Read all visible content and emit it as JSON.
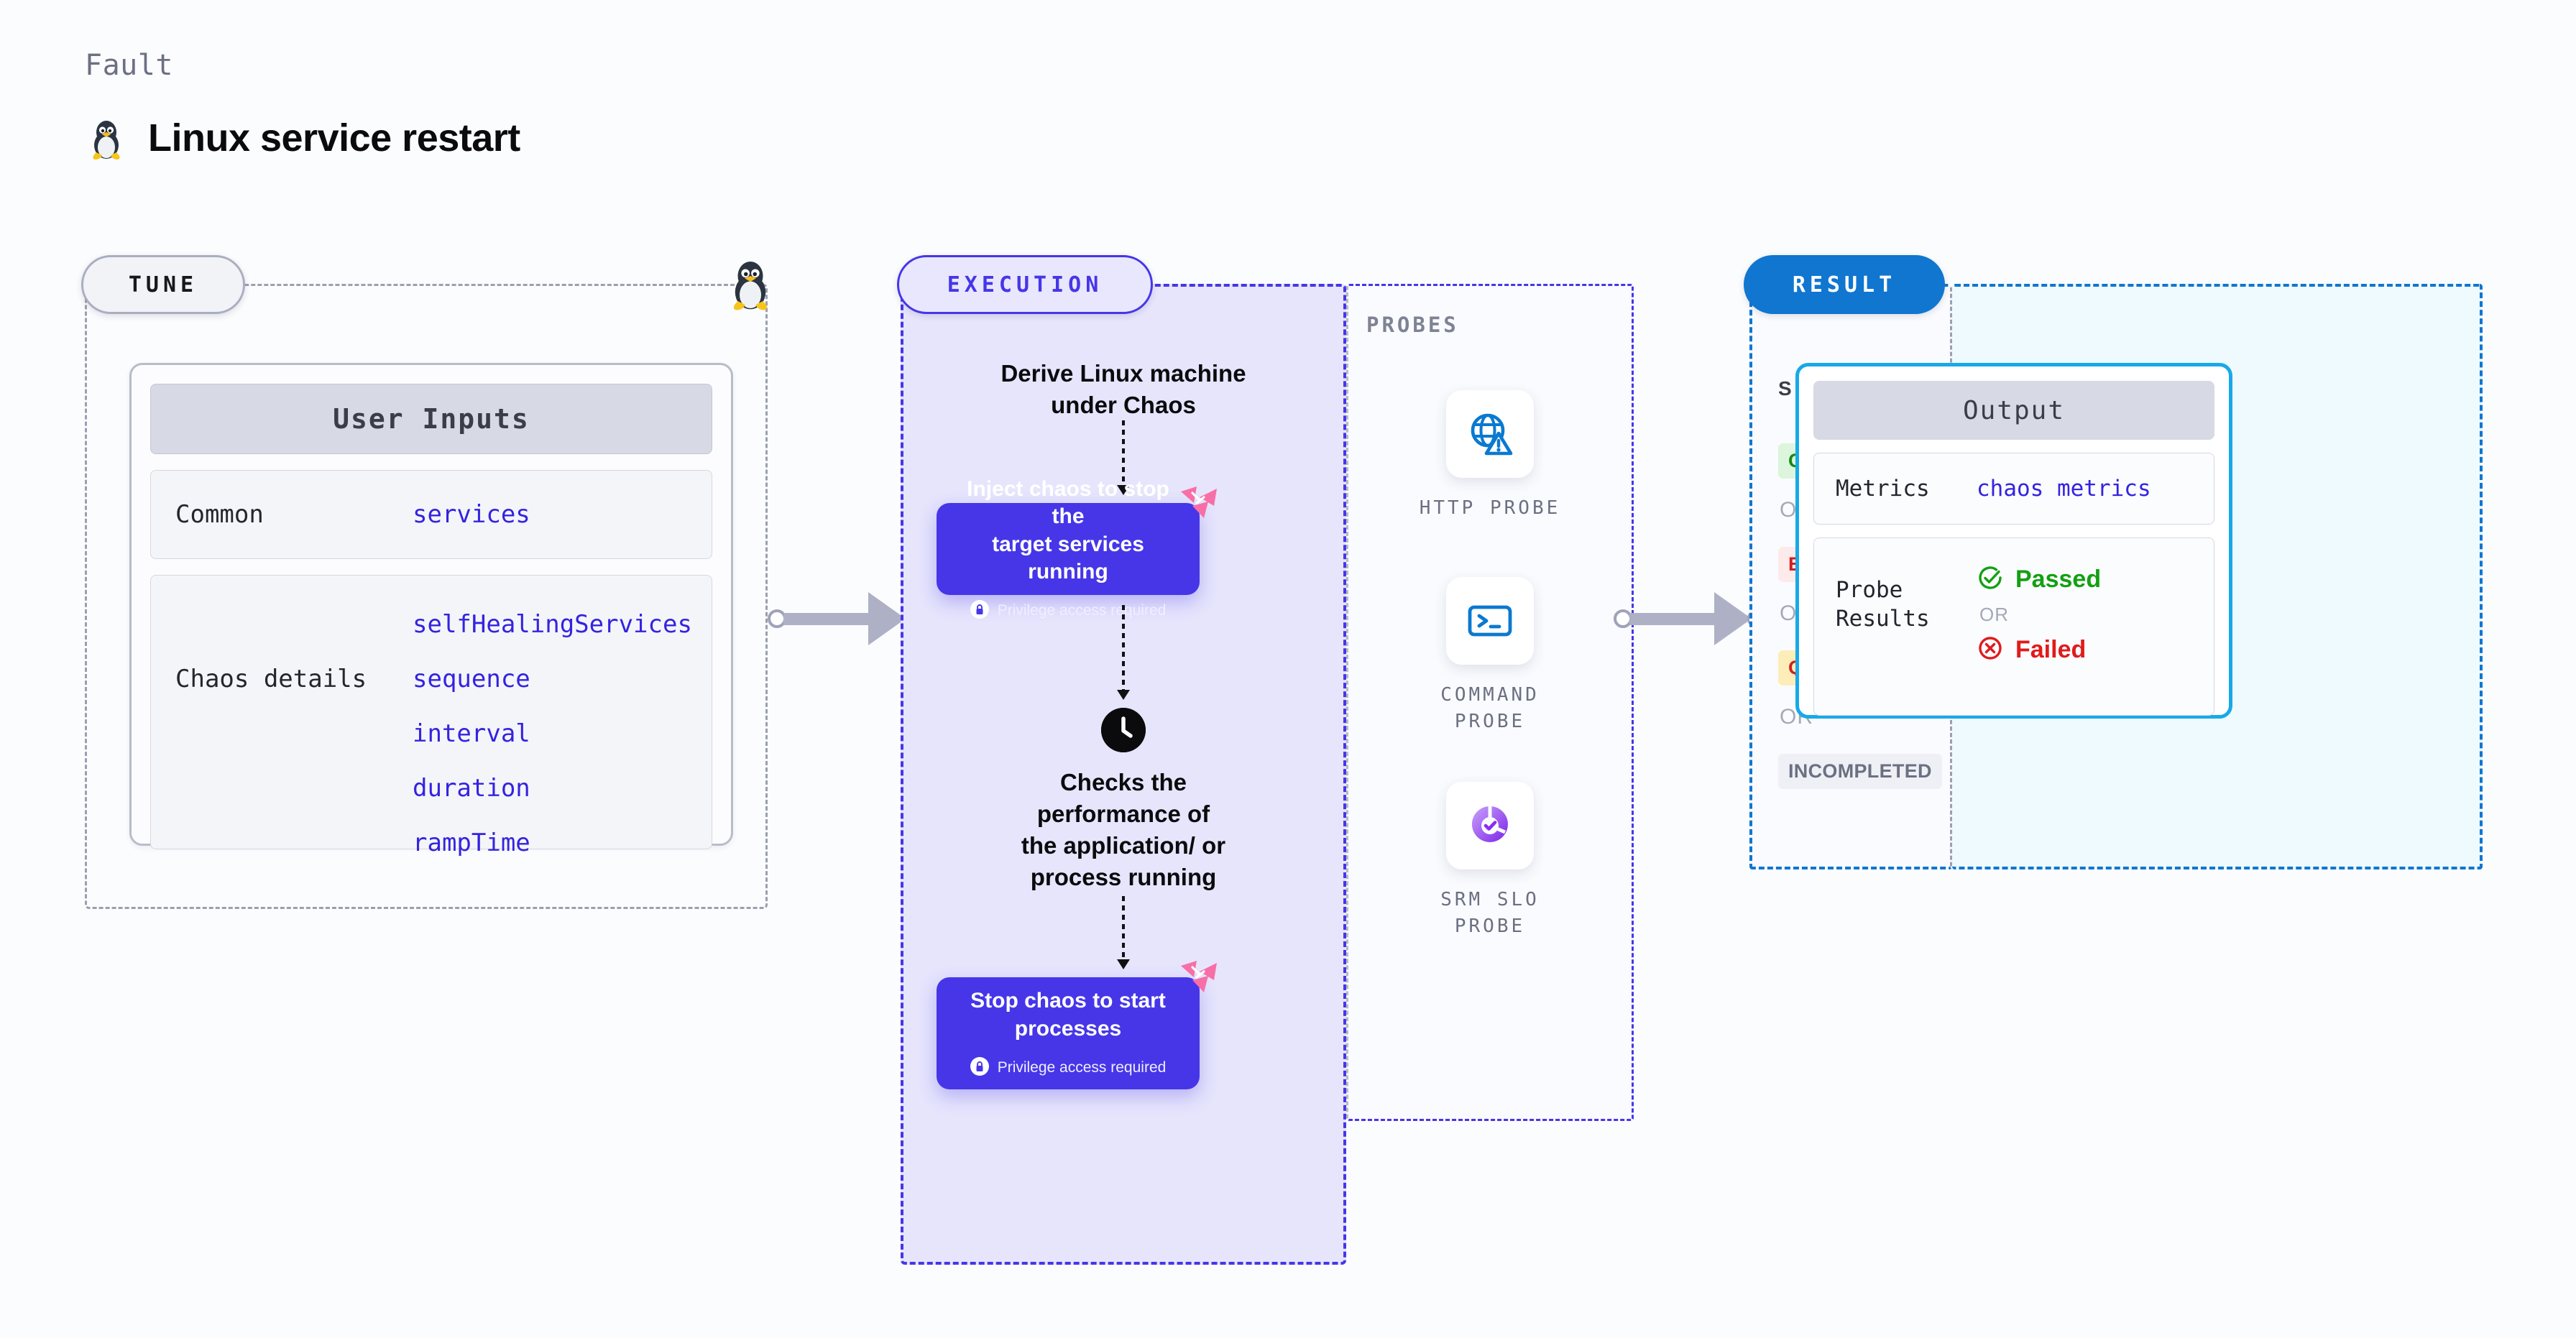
{
  "header": {
    "kicker": "Fault",
    "title": "Linux service restart",
    "icon": "tux-penguin-icon"
  },
  "tune": {
    "pill_label": "TUNE",
    "edge_icon": "tux-penguin-icon",
    "card": {
      "heading": "User Inputs",
      "rows": [
        {
          "label": "Common",
          "values": [
            "services"
          ]
        },
        {
          "label": "Chaos details",
          "values": [
            "selfHealingServices",
            "sequence",
            "interval",
            "duration",
            "rampTime"
          ]
        }
      ]
    }
  },
  "execution": {
    "pill_label": "EXECUTION",
    "steps": [
      {
        "type": "text",
        "text": "Derive Linux machine\nunder Chaos"
      },
      {
        "type": "node",
        "title": "Inject chaos to stop the\ntarget services running",
        "privilege": "Privilege access required",
        "icon": "lock-icon",
        "badge": "harness-logo-icon"
      },
      {
        "type": "clock",
        "icon": "clock-icon",
        "text": "Checks the\nperformance of\nthe application/ or\nprocess running"
      },
      {
        "type": "node",
        "title": "Stop chaos to start\nprocesses",
        "privilege": "Privilege access required",
        "icon": "lock-icon",
        "badge": "harness-logo-icon"
      }
    ],
    "probes": {
      "title": "PROBES",
      "items": [
        {
          "label": "HTTP PROBE",
          "icon": "globe-warning-icon"
        },
        {
          "label": "COMMAND\nPROBE",
          "icon": "terminal-icon"
        },
        {
          "label": "SRM SLO\nPROBE",
          "icon": "srm-slo-donut-icon"
        }
      ]
    }
  },
  "result": {
    "pill_label": "RESULT",
    "status": {
      "title": "STATUS",
      "or_label": "OR",
      "badges": [
        {
          "label": "COMPLETED",
          "bg": "#dcf5dc",
          "fg": "#138a13"
        },
        {
          "label": "ERRORED",
          "bg": "#fdeaea",
          "fg": "#cf2020"
        },
        {
          "label": "QUEUED",
          "bg": "#fcedb9",
          "fg": "#cf2020"
        },
        {
          "label": "INCOMPLETED",
          "bg": "#eef0f5",
          "fg": "#6b7082"
        }
      ]
    },
    "output": {
      "heading": "Output",
      "metrics_label": "Metrics",
      "metrics_value": "chaos metrics",
      "probe_label": "Probe\nResults",
      "passed_label": "Passed",
      "passed_color": "#13a013",
      "passed_icon": "check-circle-icon",
      "or_label": "OR",
      "failed_label": "Failed",
      "failed_color": "#e01b1b",
      "failed_icon": "x-circle-icon"
    }
  },
  "connectors": [
    {
      "name": "tune-to-execution"
    },
    {
      "name": "execution-to-result"
    }
  ],
  "colors": {
    "accent_purple": "#4636e8",
    "accent_blue": "#1076d0",
    "accent_cyan": "#18a9e8",
    "accent_pink": "#f96fa4",
    "mono_value": "#3423e0"
  }
}
